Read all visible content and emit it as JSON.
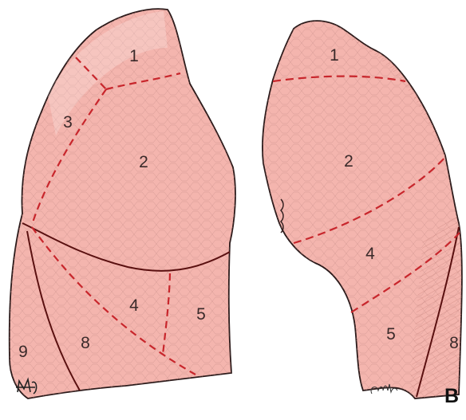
{
  "figure": {
    "panel_letter": "B",
    "left_lung": {
      "segments": [
        {
          "id": "L1",
          "label": "1"
        },
        {
          "id": "L2",
          "label": "2"
        },
        {
          "id": "L3",
          "label": "3"
        },
        {
          "id": "L4",
          "label": "4"
        },
        {
          "id": "L5",
          "label": "5"
        },
        {
          "id": "L8",
          "label": "8"
        },
        {
          "id": "L9",
          "label": "9"
        }
      ]
    },
    "right_lung": {
      "segments": [
        {
          "id": "R1",
          "label": "1"
        },
        {
          "id": "R2",
          "label": "2"
        },
        {
          "id": "R4",
          "label": "4"
        },
        {
          "id": "R5",
          "label": "5"
        },
        {
          "id": "R8",
          "label": "8"
        }
      ]
    },
    "colors": {
      "lung_fill": "#f4b5ae",
      "lung_outline": "#2b1a1a",
      "fissure_line": "#5a1010",
      "segment_boundary": "#c8262c",
      "texture": "#c98f89"
    }
  }
}
